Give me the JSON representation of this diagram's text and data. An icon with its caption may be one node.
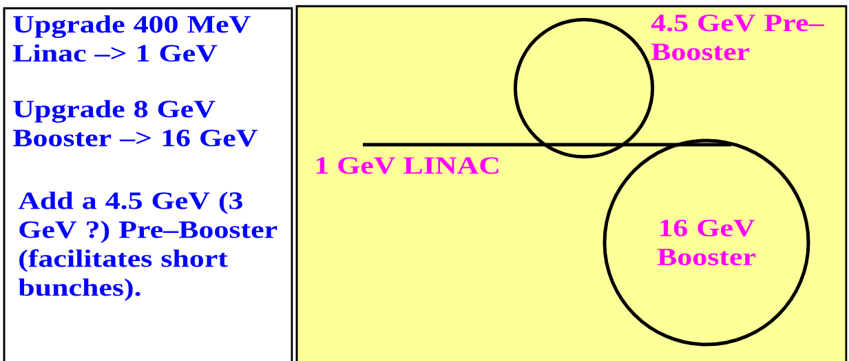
{
  "diagram": {
    "nodes": [
      {
        "text": [
          "Upgrade 400 MeV Linac –> 1 GeV",
          "Upgrade 8 GeV Booster –> 16 GeV",
          "Add a 4.5 GeV (3 GeV ?) Pre–Booster (facilitates short bunches)."
        ]
      },
      {
        "text": [],
        "shape": "box"
      },
      {
        "text": [],
        "shape": "circle",
        "in": 1,
        "beside": [
          "4.5 GeV Pre–Booster"
        ]
      },
      {
        "text": [
          "16 GeV Booster"
        ],
        "in": 1
      }
    ],
    "labels": [
      "1 GeV LINAC"
    ]
  }
}
